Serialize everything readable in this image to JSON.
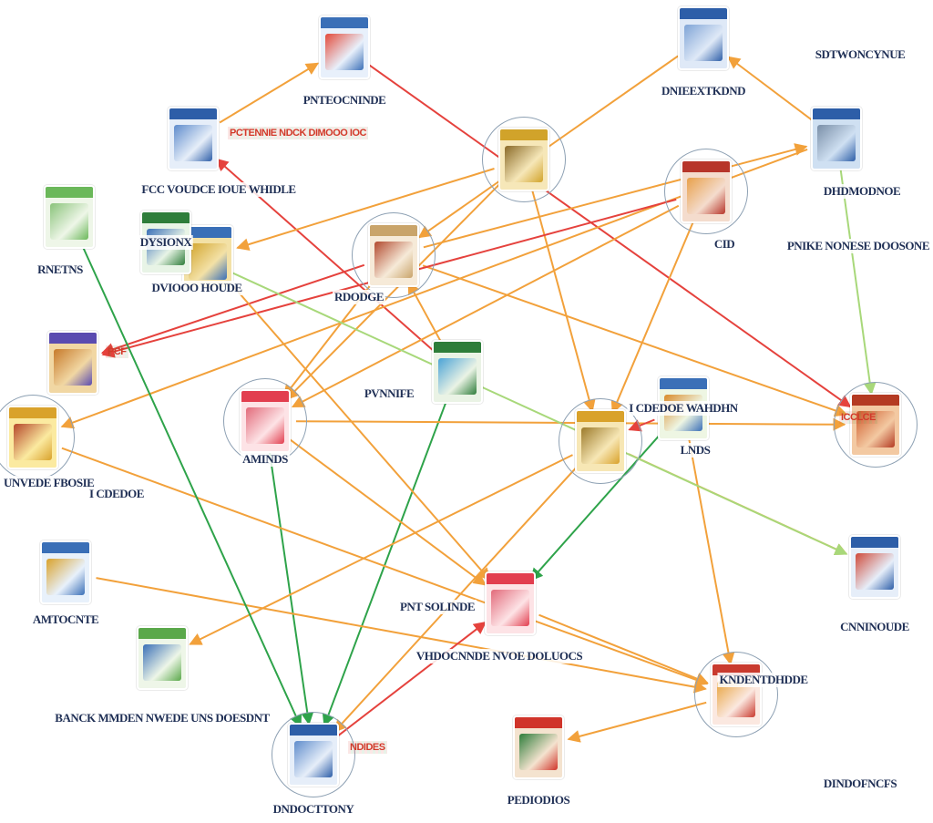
{
  "colors": {
    "orange": "#f2a13b",
    "red": "#e5423d",
    "green": "#2ea34a",
    "lightgreen": "#a8d87a",
    "navy": "#1f2f55"
  },
  "nodes": [
    {
      "id": "n1",
      "label": "PNTEOCNINDE",
      "tag": "",
      "palette": [
        "#3a6fb7",
        "#e8f0fb",
        "#e34a3a"
      ]
    },
    {
      "id": "n2",
      "label": "DNIEEXTKDND",
      "tag": "",
      "palette": [
        "#2d5ea8",
        "#dfe9f7",
        "#7fa4d6"
      ]
    },
    {
      "id": "n3",
      "label": "FCC VOUDCE IOUE WHIDLE",
      "tag": "PCTENNIE NDCK DIMOOO IOC",
      "palette": [
        "#2d5ea8",
        "#e6eef9",
        "#5f8ccc"
      ]
    },
    {
      "id": "n4",
      "label": "RNETNS",
      "tag": "",
      "palette": [
        "#6bb85a",
        "#eef6e8",
        "#8ac37a"
      ]
    },
    {
      "id": "n5",
      "label": "DVIOOO HOUDE",
      "tag": "",
      "palette": [
        "#3a6fb7",
        "#f3e1a6",
        "#d1a32a"
      ]
    },
    {
      "id": "n6",
      "label": "RDODGE",
      "tag": "",
      "palette": [
        "#c9a46a",
        "#f6ead8",
        "#b2492e"
      ]
    },
    {
      "id": "n7",
      "label": "DHDMODNOE",
      "tag": "",
      "palette": [
        "#2d5ea8",
        "#cfe0f2",
        "#7a8fa8"
      ]
    },
    {
      "id": "n8",
      "label": "",
      "tag": "",
      "palette": [
        "#d1a32a",
        "#f6e7b8",
        "#8a6a28"
      ]
    },
    {
      "id": "n9",
      "label": "CID",
      "tag": "",
      "palette": [
        "#b7352a",
        "#f4dccd",
        "#e8a04a"
      ]
    },
    {
      "id": "n10",
      "label": "",
      "tag": "PCF",
      "palette": [
        "#5a4bb0",
        "#f1d7a3",
        "#c77a2a"
      ]
    },
    {
      "id": "n11",
      "label": "PVNNIFE",
      "tag": "",
      "palette": [
        "#2e7d3a",
        "#eaf3e5",
        "#4aa3d6"
      ]
    },
    {
      "id": "n12",
      "label": "AMINDS",
      "tag": "",
      "palette": [
        "#e23e4f",
        "#fde3e6",
        "#e26a7a"
      ]
    },
    {
      "id": "n13",
      "label": "LNDS",
      "tag": "",
      "palette": [
        "#d9a22b",
        "#f7e7b5",
        "#9c7a2a"
      ]
    },
    {
      "id": "n14",
      "label": "I CDEDOE WAHDHN",
      "tag": "",
      "palette": [
        "#3a6fb7",
        "#eef6e3",
        "#d98a2a"
      ]
    },
    {
      "id": "n15",
      "label": "",
      "tag": "ICCLCE",
      "palette": [
        "#b43a22",
        "#f3c9a2",
        "#cf5a2a"
      ]
    },
    {
      "id": "n16",
      "label": "UNVEDE FBOSIE",
      "tag": "",
      "palette": [
        "#d9a22b",
        "#fbeaa0",
        "#b5472a"
      ]
    },
    {
      "id": "n17",
      "label": "CNNINOUDE",
      "tag": "",
      "palette": [
        "#2d5ea8",
        "#e6eef9",
        "#cf4a3a"
      ]
    },
    {
      "id": "n18",
      "label": "PNT SOLINDE",
      "tag": "",
      "palette": [
        "#e23e4f",
        "#fde3e6",
        "#e26a7a"
      ]
    },
    {
      "id": "n19",
      "label": "AMTOCNTE",
      "tag": "",
      "palette": [
        "#3a6fb7",
        "#e8f1fb",
        "#d9a22b"
      ]
    },
    {
      "id": "n20",
      "label": "BANCK MMDEN NWEDE UNS DOESDNT",
      "tag": "",
      "palette": [
        "#5aa84a",
        "#eef6e8",
        "#3a6fb7"
      ]
    },
    {
      "id": "n21",
      "label": "KNDENTDHDDE",
      "tag": "",
      "palette": [
        "#c93a2e",
        "#fbe8e0",
        "#e7a23a"
      ]
    },
    {
      "id": "n22",
      "label": "DNDOCTTONY",
      "tag": "NDIDES",
      "palette": [
        "#2d5ea8",
        "#e6eef9",
        "#5f8ccc"
      ]
    },
    {
      "id": "n23",
      "label": "PEDIODIOS",
      "tag": "",
      "palette": [
        "#d0342a",
        "#f4e3cf",
        "#2e7d3a"
      ]
    },
    {
      "id": "n24",
      "label": "DYSIONX",
      "tag": "",
      "palette": [
        "#2e7d3a",
        "#e8f4e6",
        "#3a6fb7"
      ]
    }
  ],
  "floating_labels": [
    {
      "id": "f1",
      "text": "I CDEDOE"
    },
    {
      "id": "f2",
      "text": "VHDOCNNDE NVOE DOLUOCS"
    },
    {
      "id": "f3",
      "text": "SDTWONCYNUE"
    },
    {
      "id": "f4",
      "text": "PNIKE NONESE DOOSONE"
    },
    {
      "id": "f5",
      "text": "DINDOFNCFS"
    }
  ],
  "edges": [
    {
      "from": "n1",
      "to": "n15",
      "color": "red"
    },
    {
      "from": "n3",
      "to": "n1",
      "color": "orange"
    },
    {
      "from": "n11",
      "to": "n3",
      "color": "red"
    },
    {
      "from": "n11",
      "to": "n6",
      "color": "orange"
    },
    {
      "from": "n2",
      "to": "n6",
      "color": "orange"
    },
    {
      "from": "n7",
      "to": "n2",
      "color": "orange"
    },
    {
      "from": "n6",
      "to": "n7",
      "color": "orange"
    },
    {
      "from": "n6",
      "to": "n10",
      "color": "red"
    },
    {
      "from": "n6",
      "to": "n12",
      "color": "orange"
    },
    {
      "from": "n6",
      "to": "n15",
      "color": "orange"
    },
    {
      "from": "n7",
      "to": "n16",
      "color": "orange"
    },
    {
      "from": "n7",
      "to": "n15",
      "color": "lightgreen"
    },
    {
      "from": "n11",
      "to": "n22",
      "color": "green"
    },
    {
      "from": "n8",
      "to": "n13",
      "color": "orange"
    },
    {
      "from": "n8",
      "to": "n12",
      "color": "orange"
    },
    {
      "from": "n8",
      "to": "n5",
      "color": "orange"
    },
    {
      "from": "n9",
      "to": "n10",
      "color": "red"
    },
    {
      "from": "n9",
      "to": "n12",
      "color": "orange"
    },
    {
      "from": "n9",
      "to": "n13",
      "color": "orange"
    },
    {
      "from": "n5",
      "to": "n18",
      "color": "orange"
    },
    {
      "from": "n12",
      "to": "n18",
      "color": "orange"
    },
    {
      "from": "n12",
      "to": "n22",
      "color": "green"
    },
    {
      "from": "n12",
      "to": "n15",
      "color": "orange"
    },
    {
      "from": "n14",
      "to": "n13",
      "color": "red"
    },
    {
      "from": "n14",
      "to": "n18",
      "color": "green"
    },
    {
      "from": "n14",
      "to": "n21",
      "color": "orange"
    },
    {
      "from": "n13",
      "to": "n17",
      "color": "orange"
    },
    {
      "from": "n13",
      "to": "n20",
      "color": "orange"
    },
    {
      "from": "n13",
      "to": "n22",
      "color": "orange"
    },
    {
      "from": "n16",
      "to": "n21",
      "color": "orange"
    },
    {
      "from": "n19",
      "to": "n21",
      "color": "orange"
    },
    {
      "from": "n22",
      "to": "n18",
      "color": "red"
    },
    {
      "from": "n18",
      "to": "n21",
      "color": "orange"
    },
    {
      "from": "n21",
      "to": "n23",
      "color": "orange"
    },
    {
      "from": "n24",
      "to": "n17",
      "color": "lightgreen"
    },
    {
      "from": "n4",
      "to": "n22",
      "color": "green"
    }
  ]
}
